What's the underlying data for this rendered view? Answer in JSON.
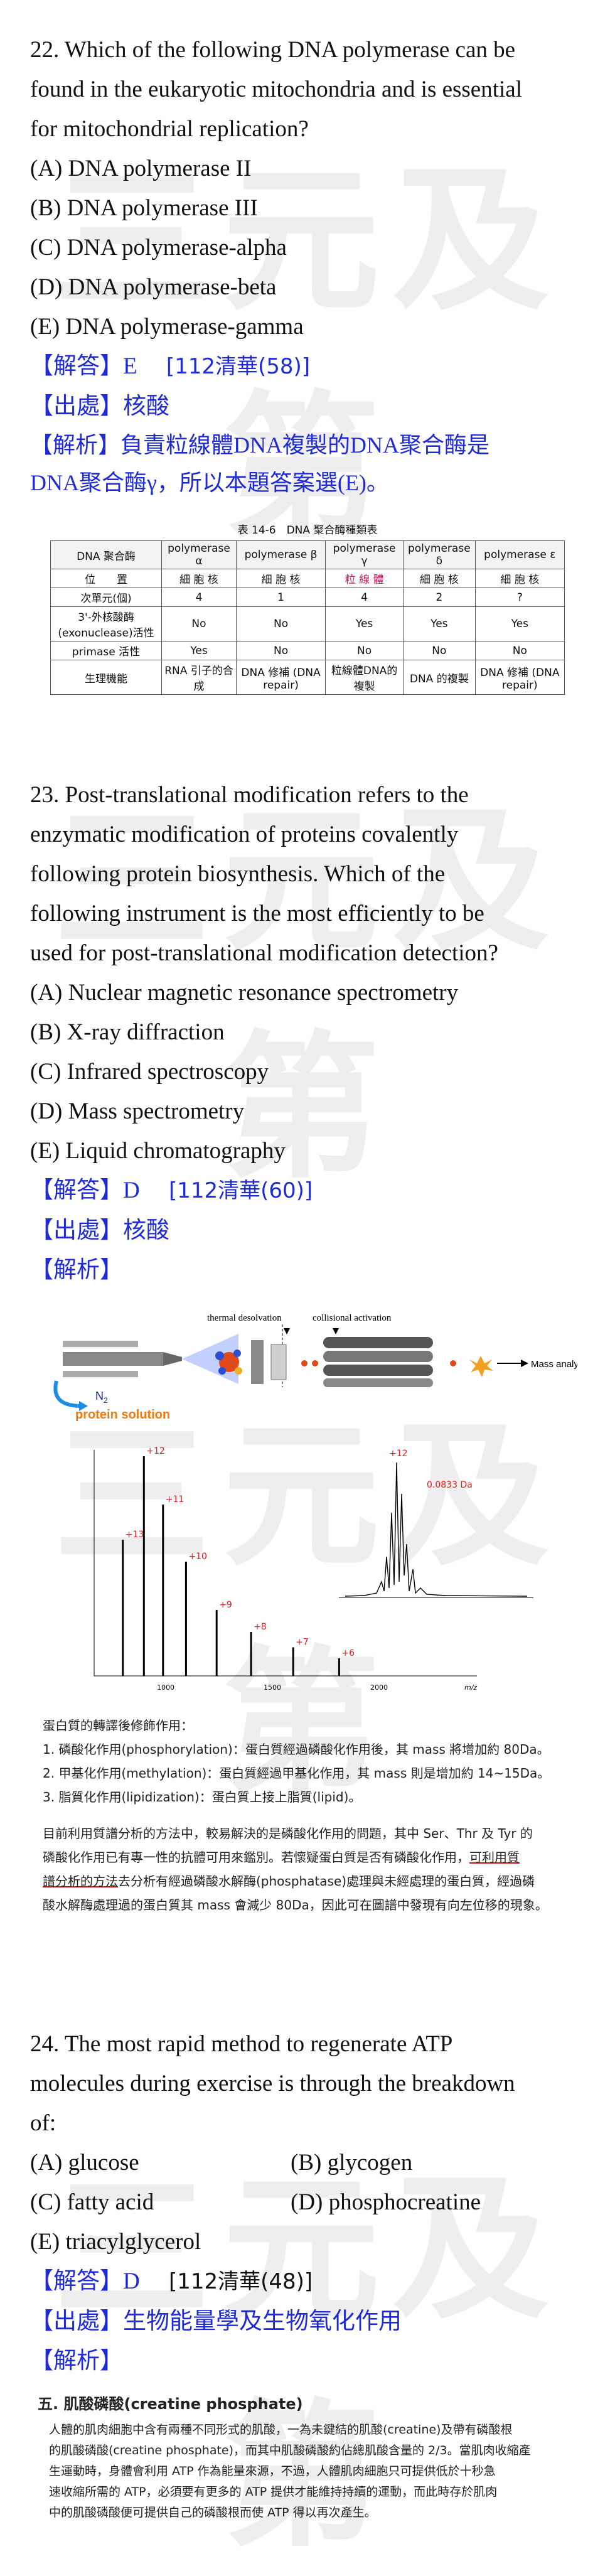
{
  "watermark": "三元及第",
  "q22": {
    "stem": [
      "22. Which of the following DNA polymerase can be",
      "found in the eukaryotic mitochondria and is essential",
      "for mitochondrial replication?"
    ],
    "options": [
      "(A) DNA polymerase II",
      "(B) DNA polymerase III",
      "(C) DNA polymerase-alpha",
      "(D) DNA polymerase-beta",
      "(E) DNA polymerase-gamma"
    ],
    "answer_label": "【解答】E",
    "answer_src": "[112清華(58)]",
    "source_label": "【出處】核酸",
    "explain": [
      "【解析】負責粒線體DNA複製的DNA聚合酶是",
      "DNA聚合酶γ，所以本題答案選(E)。"
    ],
    "table": {
      "caption": "表 14-6　DNA 聚合酶種類表",
      "header": [
        "DNA 聚合酶",
        "polymerase α",
        "polymerase β",
        "polymerase γ",
        "polymerase δ",
        "polymerase ε"
      ],
      "rows": [
        [
          "位　　置",
          "細 胞 核",
          "細 胞 核",
          "粒 線 體",
          "細 胞 核",
          "細 胞 核"
        ],
        [
          "次單元(個)",
          "4",
          "1",
          "4",
          "2",
          "?"
        ],
        [
          "3'-外核酸酶 (exonuclease)活性",
          "No",
          "No",
          "Yes",
          "Yes",
          "Yes"
        ],
        [
          "primase 活性",
          "Yes",
          "No",
          "No",
          "No",
          "No"
        ],
        [
          "生理機能",
          "RNA 引子的合成",
          "DNA 修補 (DNA repair)",
          "粒線體DNA的複製",
          "DNA 的複製",
          "DNA 修補 (DNA repair)"
        ]
      ]
    }
  },
  "q23": {
    "stem": [
      "23. Post-translational modification refers to the",
      "enzymatic modification of proteins covalently",
      "following protein biosynthesis. Which of the",
      "following instrument is the most efficiently to be",
      "used for post-translational modification detection?"
    ],
    "options": [
      "(A) Nuclear magnetic resonance spectrometry",
      "(B) X-ray diffraction",
      "(C) Infrared spectroscopy",
      "(D) Mass spectrometry",
      "(E) Liquid chromatography"
    ],
    "answer_label": "【解答】D",
    "answer_src": "[112清華(60)]",
    "source_label": "【出處】核酸",
    "explain_label": "【解析】",
    "figure": {
      "thermal": "thermal desolvation",
      "collisional": "collisional activation",
      "analyzer": "Mass analyzer",
      "solution": "protein solution",
      "n2": "N",
      "n2sub": "2",
      "delta": "0.0833 Da",
      "inset_peak": "+12",
      "axis_ticks": [
        "1000",
        "1500",
        "2000"
      ],
      "axis_unit": "m/z",
      "peaks": [
        {
          "label": "+13",
          "x": 0.075,
          "h": 0.62
        },
        {
          "label": "+12",
          "x": 0.13,
          "h": 1.0
        },
        {
          "label": "+11",
          "x": 0.18,
          "h": 0.78
        },
        {
          "label": "+10",
          "x": 0.24,
          "h": 0.52
        },
        {
          "label": "+9",
          "x": 0.32,
          "h": 0.3
        },
        {
          "label": "+8",
          "x": 0.41,
          "h": 0.2
        },
        {
          "label": "+7",
          "x": 0.52,
          "h": 0.13
        },
        {
          "label": "+6",
          "x": 0.64,
          "h": 0.08
        }
      ]
    },
    "notes": {
      "title": "蛋白質的轉譯後修飾作用：",
      "items": [
        "1. 磷酸化作用(phosphorylation)：蛋白質經過磷酸化作用後，其 mass 將增加約 80Da。",
        "2. 甲基化作用(methylation)：蛋白質經過甲基化作用，其 mass 則是增加約 14~15Da。",
        "3. 脂質化作用(lipidization)：蛋白質上接上脂質(lipid)。"
      ],
      "para_a": "目前利用質譜分析的方法中，較易解決的是磷酸化作用的問題，其中 Ser、Thr 及 Tyr 的",
      "para_b1": "磷酸化作用已有專一性的抗體可用來鑑別。若懷疑蛋白質是否有磷酸化作用，",
      "para_b2": "可利用質",
      "para_c1": "譜分析的方法",
      "para_c2": "去分析有經過磷酸水解酶(phosphatase)處理與未經處理的蛋白質，經過磷",
      "para_d": "酸水解酶處理過的蛋白質其 mass 會減少 80Da，因此可在圖譜中發現有向左位移的現象。"
    }
  },
  "q24": {
    "stem": [
      "24. The most rapid method to regenerate ATP",
      "molecules during exercise is through the breakdown",
      "of:"
    ],
    "options2": [
      [
        "(A) glucose",
        "(B) glycogen"
      ],
      [
        "(C) fatty acid",
        "(D) phosphocreatine"
      ]
    ],
    "option_e": "(E) triacylglycerol",
    "answer_label": "【解答】D",
    "answer_src": "[112清華(48)]",
    "source_label": "【出處】生物能量學及生物氧化作用",
    "explain_label": "【解析】",
    "section": {
      "heading": "五. 肌酸磷酸(creatine phosphate)",
      "lines": [
        "人體的肌肉細胞中含有兩種不同形式的肌酸，一為未鍵結的肌酸(creatine)及帶有磷酸根",
        "的肌酸磷酸(creatine phosphate)，而其中肌酸磷酸約佔總肌酸含量的 2/3。當肌肉收縮產",
        "生運動時，身體會利用 ATP 作為能量來源，不過，人體肌肉細胞只可提供低於十秒急",
        "速收縮所需的 ATP，必須要有更多的 ATP 提供才能維持持續的運動，而此時存於肌肉",
        "中的肌酸磷酸便可提供自己的磷酸根而使 ATP 得以再次產生。"
      ]
    }
  }
}
